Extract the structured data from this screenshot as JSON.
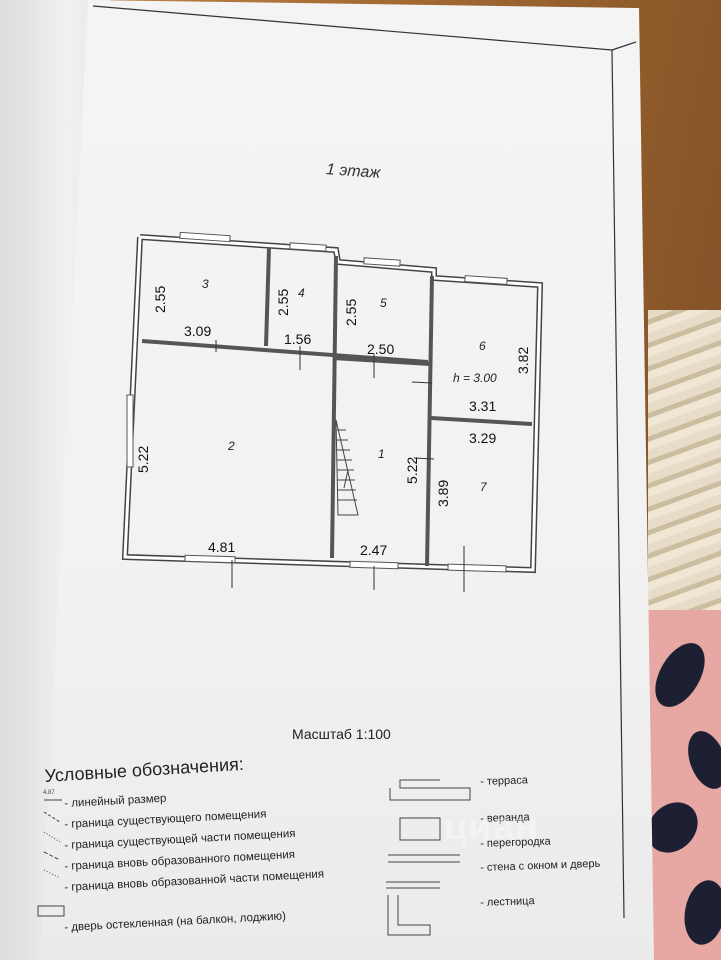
{
  "floor_title": "1 этаж",
  "height_label": "h = 3.00",
  "rooms": [
    {
      "number": "3",
      "dims": [
        "2.55",
        "3.09"
      ]
    },
    {
      "number": "4",
      "dims": [
        "2.55",
        "1.56"
      ]
    },
    {
      "number": "5",
      "dims": [
        "2.55",
        "2.50"
      ]
    },
    {
      "number": "6",
      "dims": [
        "3.82",
        "3.31"
      ]
    },
    {
      "number": "2",
      "dims": [
        "5.22",
        "4.81"
      ]
    },
    {
      "number": "1",
      "dims": [
        "5.22",
        "2.47"
      ]
    },
    {
      "number": "7",
      "dims": [
        "3.89",
        "3.29"
      ]
    }
  ],
  "scale": "Масштаб 1:100",
  "legend": {
    "title": "Условные обозначения:",
    "sample_value": "4.87",
    "left_items": [
      "- линейный размер",
      "- граница существующего помещения",
      "- граница существующей части помещения",
      "- граница вновь образованного помещения",
      "- граница вновь образованной части помещения",
      "- дверь остекленная (на балкон, лоджию)"
    ],
    "right_items": [
      "- терраса",
      "- веранда",
      "- перегородка",
      "- стена с окном и дверь",
      "- лестница"
    ]
  },
  "watermark": "циан"
}
